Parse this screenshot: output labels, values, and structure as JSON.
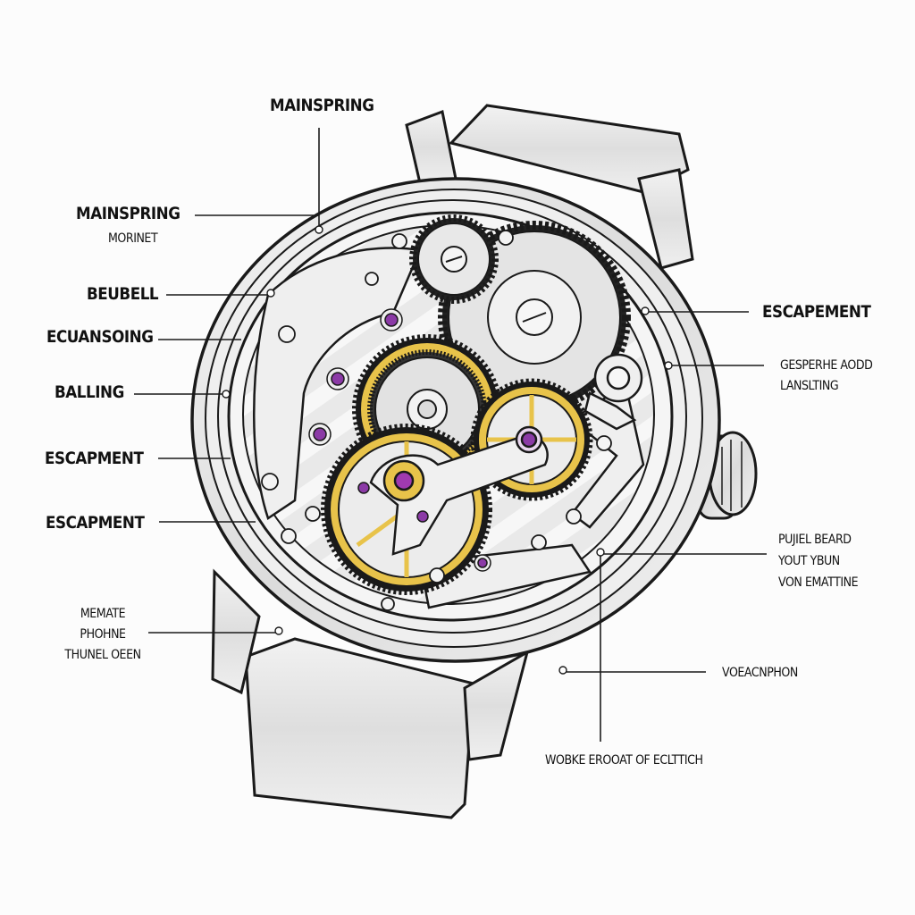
{
  "diagram": {
    "subject": "Mechanical wristwatch movement (exploded caseback view)",
    "colors": {
      "background": "#fcfcfc",
      "line": "#1a1a1a",
      "steel": "#e6e6e6",
      "gold_gear": "#e8c34a",
      "jewel": "#8b3aa6"
    },
    "labels": {
      "top_center": "MAINSPRING",
      "left_1_title": "MAINSPRING",
      "left_1_sub": "MORINET",
      "left_2": "BEUBELL",
      "left_3": "ECUANSOING",
      "left_4": "BALLING",
      "left_5": "ESCAPMENT",
      "left_6": "ESCAPMENT",
      "left_7_line1": "MEMATE",
      "left_7_line2": "PHOHNE",
      "left_7_line3": "THUNEL OEEN",
      "right_1": "ESCAPEMENT",
      "right_2_line1": "GESPERHE AODD",
      "right_2_line2": "LANSLTING",
      "right_3_line1": "PUJIEL BEARD",
      "right_3_line2": "YOUT YBUN",
      "right_3_line3": "VON EMATTINE",
      "right_4": "VOEACNPHON",
      "bottom": "WOBKE EROOAT OF ECLTTICH"
    }
  }
}
